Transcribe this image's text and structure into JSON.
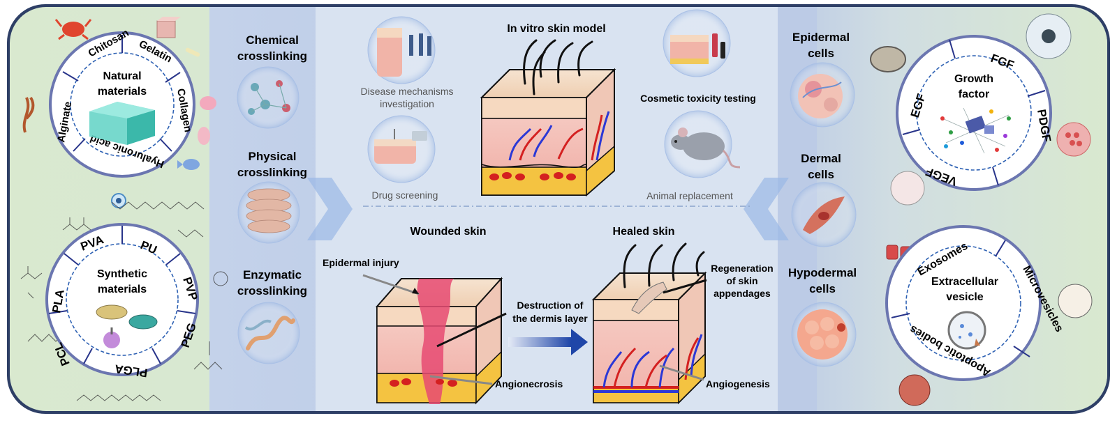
{
  "natural": {
    "title1": "Natural",
    "title2": "materials",
    "items": [
      "Chitosan",
      "Gelatin",
      "Collagen",
      "Hyaluronic acid",
      "Alginate"
    ]
  },
  "synthetic": {
    "title1": "Synthetic",
    "title2": "materials",
    "items": [
      "PVA",
      "PU",
      "PVP",
      "PEG",
      "PLGA",
      "PCL",
      "PLA"
    ]
  },
  "crosslinking": {
    "chemical": [
      "Chemical",
      "crosslinking"
    ],
    "physical": [
      "Physical",
      "crosslinking"
    ],
    "enzymatic": [
      "Enzymatic",
      "crosslinking"
    ]
  },
  "invitro": {
    "title": "In vitro skin model",
    "disease": [
      "Disease mechanisms",
      "investigation"
    ],
    "drug": "Drug screening",
    "cosmetic": "Cosmetic toxicity testing",
    "animal": "Animal replacement"
  },
  "wounded": {
    "title": "Wounded skin",
    "epidermal_injury": "Epidermal injury",
    "destruction": [
      "Destruction of",
      "the dermis layer"
    ],
    "angionecrosis": "Angionecrosis"
  },
  "healed": {
    "title": "Healed skin",
    "regeneration": [
      "Regeneration",
      "of skin",
      "appendages"
    ],
    "angiogenesis": "Angiogenesis"
  },
  "cells": {
    "epidermal": [
      "Epidermal",
      "cells"
    ],
    "dermal": [
      "Dermal",
      "cells"
    ],
    "hypodermal": [
      "Hypodermal",
      "cells"
    ]
  },
  "growth": {
    "title1": "Growth",
    "title2": "factor",
    "items": [
      "FGF",
      "PDGF",
      "VEGF",
      "EGF"
    ]
  },
  "vesicle": {
    "title1": "Extracellular",
    "title2": "vesicle",
    "items": [
      "Exosomes",
      "Microvesicles",
      "Apoptotic bodies"
    ]
  },
  "colors": {
    "frame": "#2e3f66",
    "green_panel": "#d7e7cf",
    "blue_panel": "#bccbe6",
    "center_panel": "#d9e3f1",
    "ring_dash": "#2f62b4",
    "vessel_red": "#d42020",
    "vessel_blue": "#2b38d6"
  }
}
